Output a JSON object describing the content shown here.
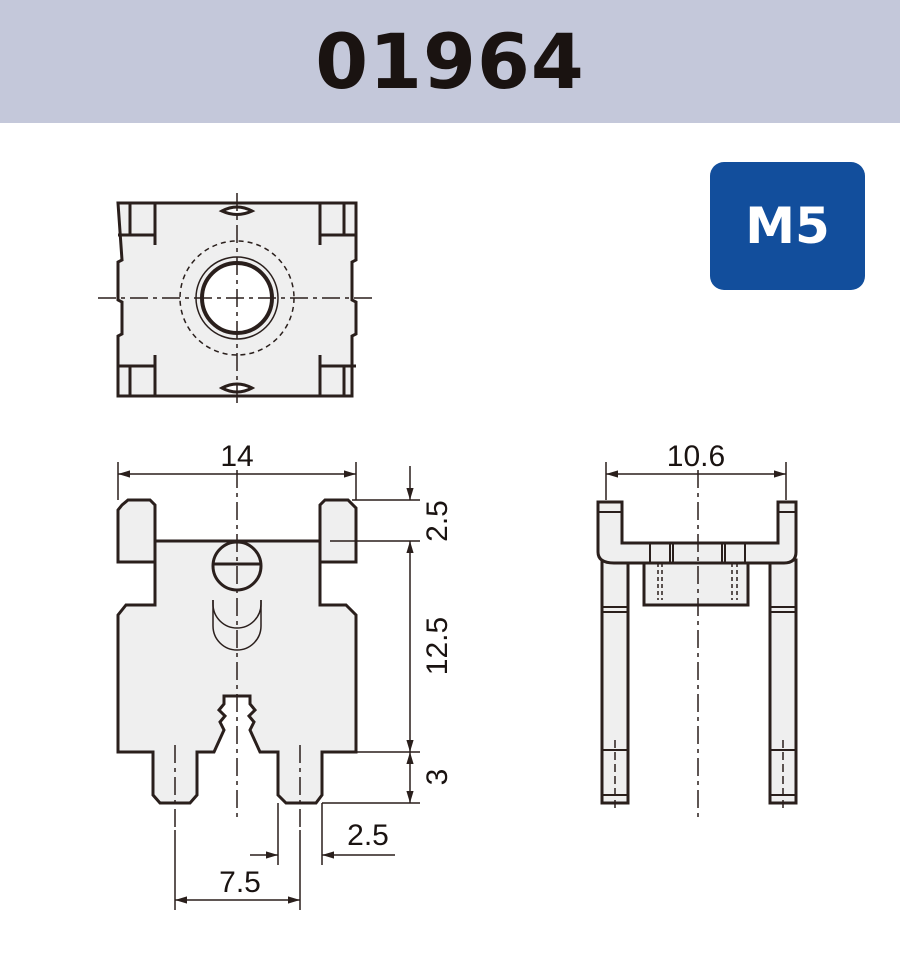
{
  "header": {
    "title": "01964"
  },
  "badge": {
    "label": "M5",
    "color": "#124e9c"
  },
  "colors": {
    "header_bg": "#c4c8da",
    "line": "#2a1f1c",
    "fill": "#efefef"
  },
  "dimensions": {
    "width_front": "14",
    "width_side": "10.6",
    "tab_height": "2.5",
    "body_height": "12.5",
    "leg_height": "3",
    "leg_width": "2.5",
    "leg_pitch": "7.5"
  }
}
